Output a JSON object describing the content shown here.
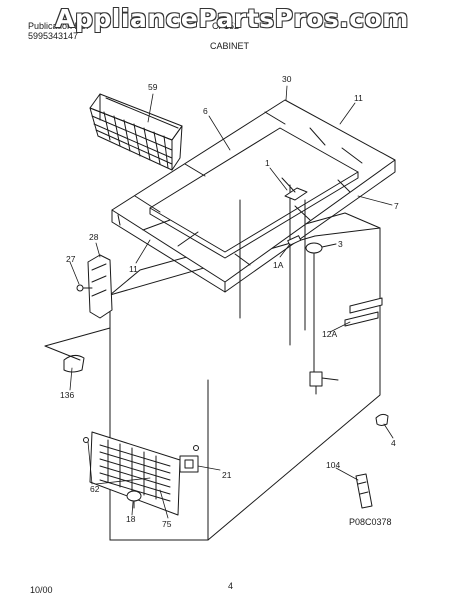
{
  "header": {
    "publication_label": "Publication No.",
    "publication_number": "5995343147",
    "model": "CF152",
    "section": "CABINET",
    "watermark": "AppliancePartsPros.com"
  },
  "callouts": {
    "p59": "59",
    "p30": "30",
    "p6": "6",
    "p11a": "11",
    "p1": "1",
    "p7": "7",
    "p28": "28",
    "p27": "27",
    "p3": "3",
    "p11b": "11",
    "p1a": "1A",
    "p12a": "12A",
    "p136": "136",
    "p4": "4",
    "p104": "104",
    "p21": "21",
    "p62": "62",
    "p18": "18",
    "p75": "75"
  },
  "footer": {
    "diagram_code": "P08C0378",
    "date": "10/00",
    "page": "4"
  },
  "colors": {
    "ink": "#1a1a1a",
    "paper": "#ffffff"
  }
}
